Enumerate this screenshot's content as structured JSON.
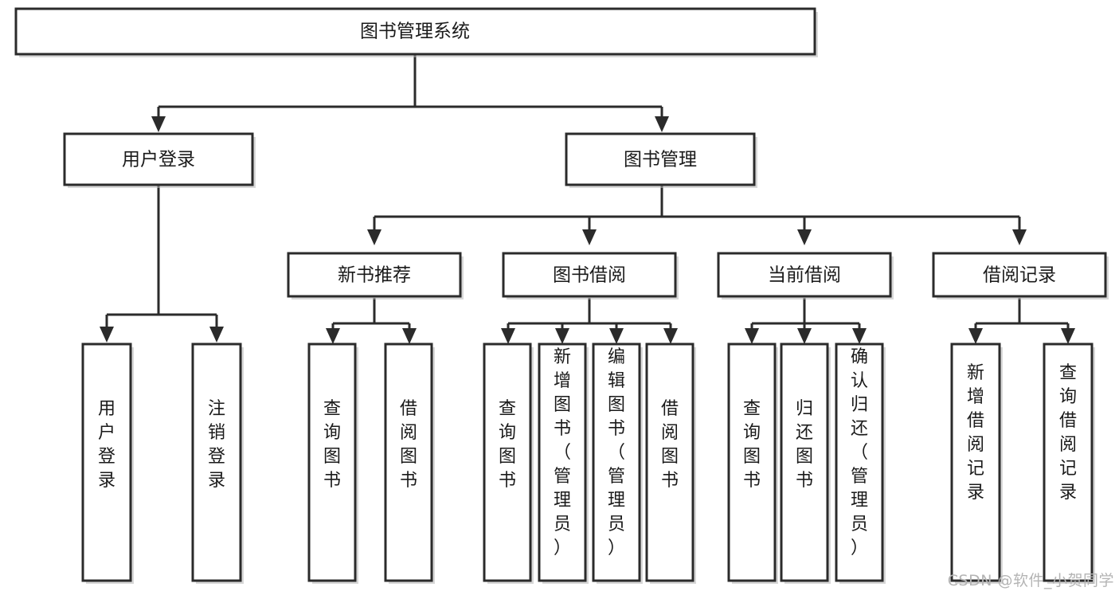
{
  "diagram": {
    "type": "tree-hierarchy",
    "title": "图书管理系统",
    "watermark": "CSDN @软件_小贺同学",
    "colors": {
      "box_stroke": "#2b2b2b",
      "box_fill": "#ffffff",
      "text": "#1a1a1a",
      "background": "#ffffff",
      "watermark": "#b4b4b4"
    },
    "levels": [
      {
        "level": 1,
        "nodes": [
          {
            "id": "root",
            "label": "图书管理系统",
            "orientation": "horizontal"
          }
        ]
      },
      {
        "level": 2,
        "nodes": [
          {
            "id": "login",
            "label": "用户登录",
            "orientation": "horizontal",
            "parent": "root"
          },
          {
            "id": "bookmgmt",
            "label": "图书管理",
            "orientation": "horizontal",
            "parent": "root"
          }
        ]
      },
      {
        "level": 3,
        "nodes": [
          {
            "id": "newbook",
            "label": "新书推荐",
            "orientation": "horizontal",
            "parent": "bookmgmt"
          },
          {
            "id": "borrow",
            "label": "图书借阅",
            "orientation": "horizontal",
            "parent": "bookmgmt"
          },
          {
            "id": "current",
            "label": "当前借阅",
            "orientation": "horizontal",
            "parent": "bookmgmt"
          },
          {
            "id": "record",
            "label": "借阅记录",
            "orientation": "horizontal",
            "parent": "bookmgmt"
          }
        ]
      },
      {
        "level": 4,
        "nodes": [
          {
            "id": "leaf1",
            "label": "用户登录",
            "orientation": "vertical",
            "parent": "login"
          },
          {
            "id": "leaf2",
            "label": "注销登录",
            "orientation": "vertical",
            "parent": "login"
          },
          {
            "id": "leaf3",
            "label": "查询图书",
            "orientation": "vertical",
            "parent": "newbook"
          },
          {
            "id": "leaf4",
            "label": "借阅图书",
            "orientation": "vertical",
            "parent": "newbook"
          },
          {
            "id": "leaf5",
            "label": "查询图书",
            "orientation": "vertical",
            "parent": "borrow"
          },
          {
            "id": "leaf6",
            "label": "新增图书（管理员）",
            "orientation": "vertical",
            "parent": "borrow"
          },
          {
            "id": "leaf7",
            "label": "编辑图书（管理员）",
            "orientation": "vertical",
            "parent": "borrow"
          },
          {
            "id": "leaf8",
            "label": "借阅图书",
            "orientation": "vertical",
            "parent": "borrow"
          },
          {
            "id": "leaf9",
            "label": "查询图书",
            "orientation": "vertical",
            "parent": "current"
          },
          {
            "id": "leaf10",
            "label": "归还图书",
            "orientation": "vertical",
            "parent": "current"
          },
          {
            "id": "leaf11",
            "label": "确认归还（管理员）",
            "orientation": "vertical",
            "parent": "current"
          },
          {
            "id": "leaf12",
            "label": "新增借阅记录",
            "orientation": "vertical",
            "parent": "record"
          },
          {
            "id": "leaf13",
            "label": "查询借阅记录",
            "orientation": "vertical",
            "parent": "record"
          }
        ]
      }
    ],
    "labels": {
      "root": "图书管理系统",
      "login": "用户登录",
      "bookmgmt": "图书管理",
      "newbook": "新书推荐",
      "borrow": "图书借阅",
      "current": "当前借阅",
      "record": "借阅记录",
      "leaf1": "用户登录",
      "leaf2": "注销登录",
      "leaf3": "查询图书",
      "leaf4": "借阅图书",
      "leaf5": "查询图书",
      "leaf6": "新增图书（管理员）",
      "leaf7": "编辑图书（管理员）",
      "leaf8": "借阅图书",
      "leaf9": "查询图书",
      "leaf10": "归还图书",
      "leaf11": "确认归还（管理员）",
      "leaf12": "新增借阅记录",
      "leaf13": "查询借阅记录"
    }
  }
}
